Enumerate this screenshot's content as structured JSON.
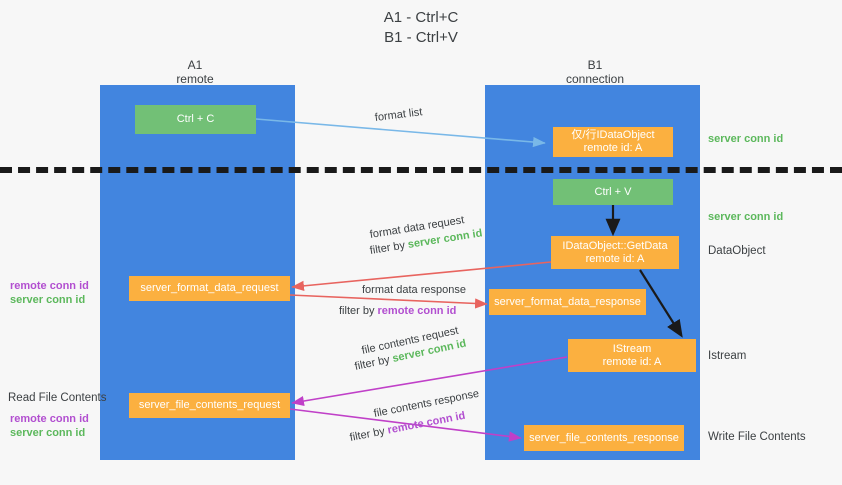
{
  "title": {
    "line1": "A1 - Ctrl+C",
    "line2": "B1 - Ctrl+V"
  },
  "columns": {
    "left": {
      "name": "A1",
      "sub": "remote"
    },
    "right": {
      "name": "B1",
      "sub": "connection"
    }
  },
  "boxes": {
    "ctrl_c": "Ctrl + C",
    "ctrl_v": "Ctrl + V",
    "idataobject_store": {
      "line1": "仅/行IDataObject",
      "line2": "remote id: A"
    },
    "idataobject_getdata": {
      "line1": "IDataObject::GetData",
      "line2": "remote id: A"
    },
    "istream": {
      "line1": "IStream",
      "line2": "remote id: A"
    },
    "server_format_data_request": "server_format_data_request",
    "server_format_data_response": "server_format_data_response",
    "server_file_contents_request": "server_file_contents_request",
    "server_file_contents_response": "server_file_contents_response"
  },
  "edge_labels": {
    "format_list": "format list",
    "format_data_request": "format data request",
    "format_data_request_filter_prefix": "filter by ",
    "format_data_request_filter_value": "server conn id",
    "format_data_response": "format data response",
    "format_data_response_filter_prefix": "filter by ",
    "format_data_response_filter_value": "remote conn id",
    "file_contents_request": "file contents request",
    "file_contents_request_filter_prefix": "filter by ",
    "file_contents_request_filter_value": "server conn id",
    "file_contents_response": "file contents response",
    "file_contents_response_filter_prefix": "filter by ",
    "file_contents_response_filter_value": "remote conn id"
  },
  "right_annotations": {
    "server_conn_id_top": "server conn id",
    "server_conn_id_mid": "server conn id",
    "dataobject": "DataObject",
    "istream": "Istream",
    "write_file_contents": "Write File Contents"
  },
  "left_annotations": {
    "remote_conn_id_1": "remote conn id",
    "server_conn_id_1": "server conn id",
    "read_file_contents": "Read File Contents",
    "remote_conn_id_2": "remote conn id",
    "server_conn_id_2": "server conn id"
  },
  "colors": {
    "lane": "#4285df",
    "orange": "#fbb040",
    "green_box": "#72c076",
    "green_text": "#5cb85c",
    "purple_text": "#b24fd0",
    "red_arrow": "#e8645f",
    "magenta_arrow": "#c040c8",
    "blue_arrow": "#79b8e8",
    "black_arrow": "#1a1a1a",
    "background": "#f7f7f7"
  }
}
